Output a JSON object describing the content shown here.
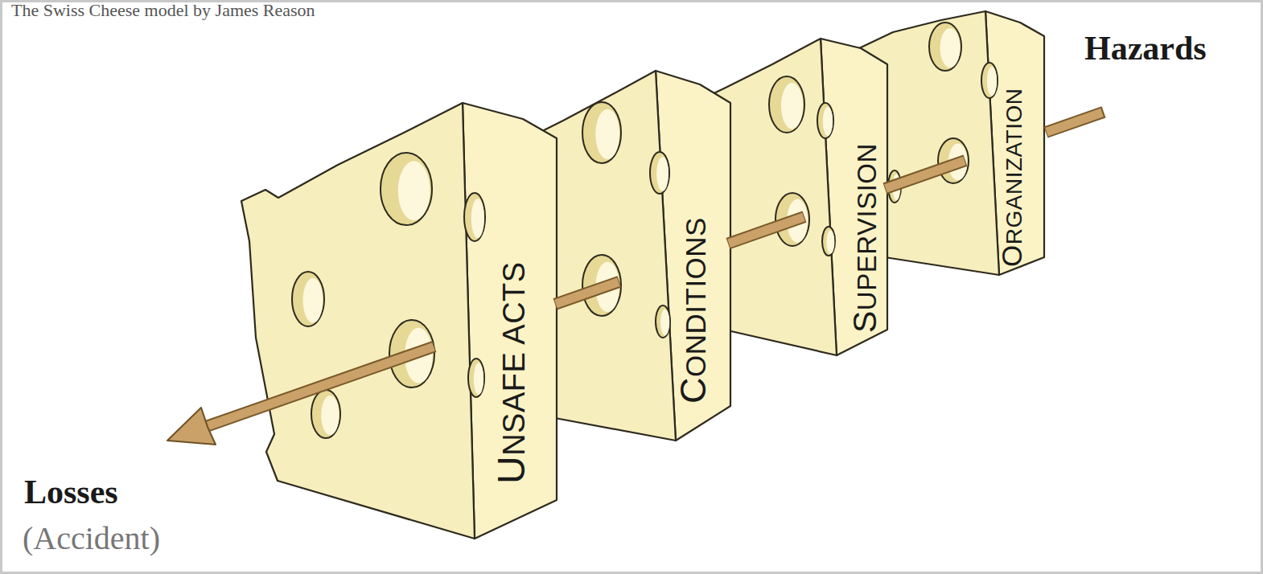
{
  "diagram": {
    "title": "The Swiss Cheese model by James Reason",
    "nodes": [
      {
        "text": [
          "UNSAFE ACTS"
        ]
      },
      {
        "text": [
          "CONDITIONS"
        ]
      },
      {
        "text": [
          "SUPERVISION"
        ]
      },
      {
        "text": [
          "ORGANIZATION"
        ]
      }
    ],
    "labels": [
      "Hazards",
      "Losses",
      "(Accident)"
    ]
  }
}
